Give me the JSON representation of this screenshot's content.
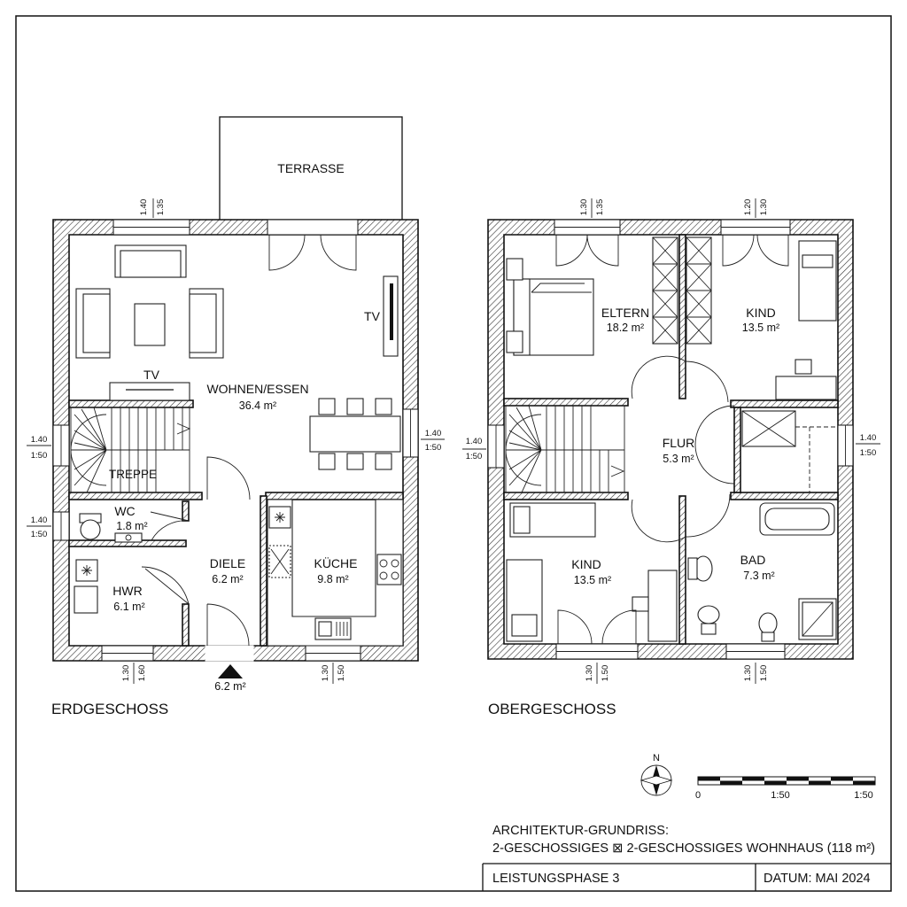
{
  "plan": {
    "ground_floor": {
      "label": "ERDGESCHOSS",
      "terrace": "TERRASSE",
      "tv_right": "TV",
      "tv_left": "TV",
      "stairs": "TREPPE",
      "entrance_area": "6.2 m²",
      "rooms": [
        {
          "name": "WOHNEN/ESSEN",
          "area": "36.4 m²"
        },
        {
          "name": "WC",
          "area": "1.8 m²"
        },
        {
          "name": "HWR",
          "area": "6.1 m²"
        },
        {
          "name": "DIELE",
          "area": "6.2 m²"
        },
        {
          "name": "KÜCHE",
          "area": "9.8 m²"
        }
      ],
      "dims": {
        "top_a": "1.40",
        "top_b": "1.35",
        "left_1a": "1.40",
        "left_1b": "1:50",
        "left_2a": "1.40",
        "left_2b": "1:50",
        "right_a": "1.40",
        "right_b": "1:50",
        "bottom_1a": "1.30",
        "bottom_1b": "1.60",
        "bottom_2a": "1.30",
        "bottom_2b": "1.50"
      }
    },
    "upper_floor": {
      "label": "OBERGESCHOSS",
      "rooms": [
        {
          "name": "ELTERN",
          "area": "18.2 m²"
        },
        {
          "name": "KIND",
          "area": "13.5 m²"
        },
        {
          "name": "FLUR",
          "area": "5.3 m²"
        },
        {
          "name": "KIND",
          "area": "13.5 m²"
        },
        {
          "name": "BAD",
          "area": "7.3 m²"
        }
      ],
      "dims": {
        "top_1a": "1.30",
        "top_1b": "1.35",
        "top_2a": "1.20",
        "top_2b": "1.30",
        "left_a": "1.40",
        "left_b": "1:50",
        "right_a": "1.40",
        "right_b": "1:50",
        "bottom_1a": "1.30",
        "bottom_1b": "1.50",
        "bottom_2a": "1.30",
        "bottom_2b": "1.50"
      }
    },
    "north_label": "N",
    "scale_bar": {
      "label_0": "0",
      "label_1": "1:50",
      "label_2": "1:50"
    },
    "title_block": {
      "title_line1": "ARCHITEKTUR-GRUNDRISS:",
      "title_line2": "2-GESCHOSSIGES ⊠ 2-GESCHOSSIGES WOHNHAUS (118 m²)",
      "phase": "LEISTUNGSPHASE 3",
      "date": "DATUM: MAI 2024"
    }
  }
}
